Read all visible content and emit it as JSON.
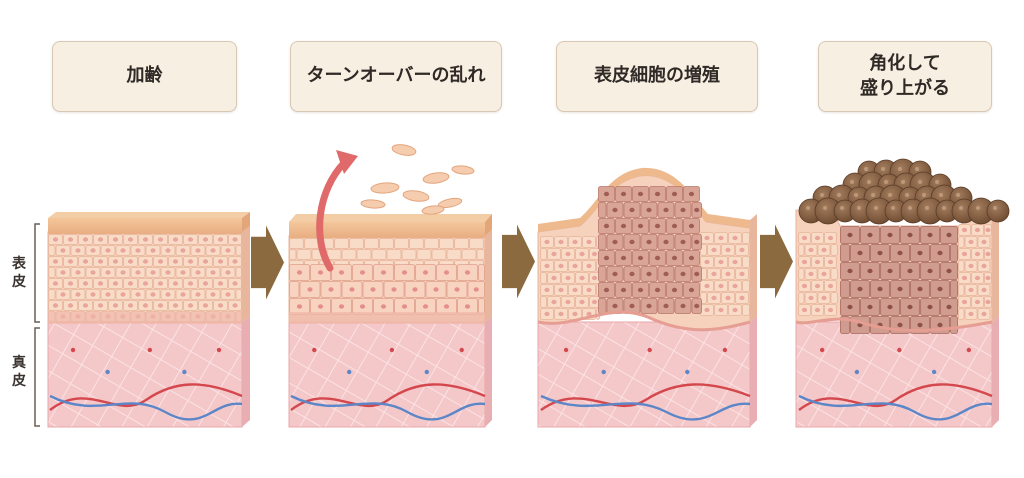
{
  "side_labels": {
    "epidermis": [
      "表",
      "皮"
    ],
    "dermis": [
      "真",
      "皮"
    ]
  },
  "stages": [
    {
      "lines": [
        "加齢"
      ]
    },
    {
      "lines": [
        "ターンオーバーの乱れ"
      ]
    },
    {
      "lines": [
        "表皮細胞の増殖"
      ]
    },
    {
      "lines": [
        "角化して",
        "盛り上がる"
      ]
    }
  ],
  "colors": {
    "label_bg": "#f8efe3",
    "label_border": "#d8c7b1",
    "dermis": "#f4c7c9",
    "epidermis": "#f6d2bd",
    "stratum_corneum": "#eeb98c",
    "abnormal_cells": "#c9978c",
    "keratin_mass": "#8a6346",
    "arrow": "#8a6a3e",
    "flake_arrow": "#e06a6a",
    "artery": "#d4474c",
    "vein": "#5b86c8"
  },
  "icons": [
    "right-arrow-icon",
    "upward-curved-arrow-icon"
  ]
}
